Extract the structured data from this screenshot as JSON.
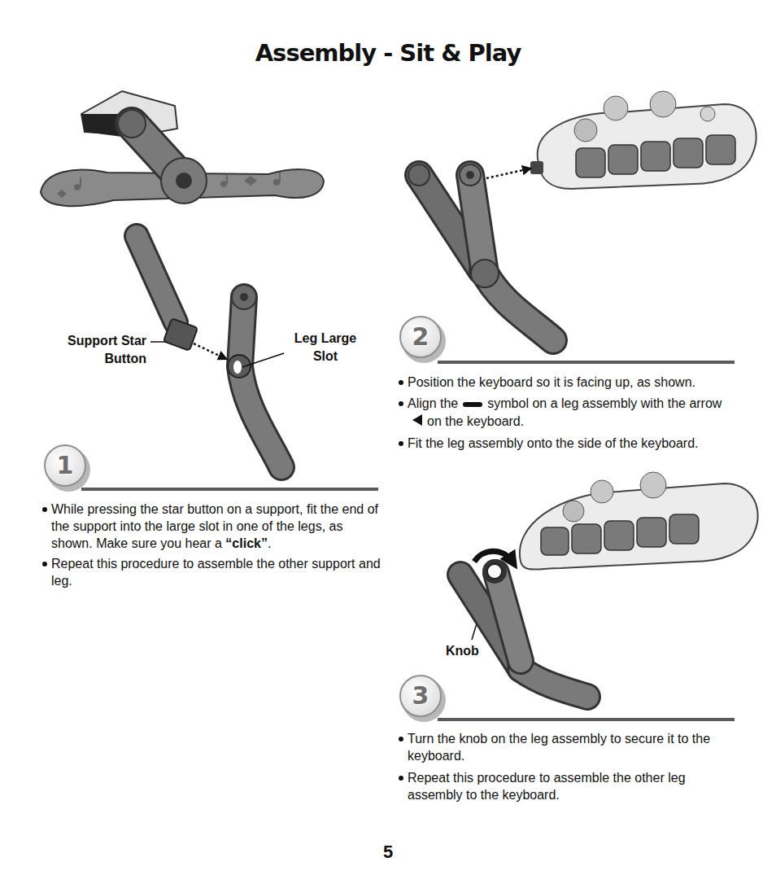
{
  "diagram": {
    "title": "Assembly - Sit & Play",
    "nodes": [
      {
        "text": [
          "1"
        ]
      },
      {
        "text": [
          "2"
        ]
      },
      {
        "text": [
          "3"
        ]
      }
    ],
    "labels": [
      "Support Star Button",
      "Leg Large Slot",
      "While pressing the star button on a support, fit the end of the support into the large slot in one of the legs, as shown. Make sure you hear a",
      "“click”",
      ".",
      "Repeat this procedure to assemble the other support and leg.",
      "Position the keyboard so it is facing up, as shown.",
      "Align the",
      "symbol on a leg assembly with the arrow",
      "on the keyboard.",
      "Fit the leg assembly onto the side of the keyboard.",
      "Knob",
      "Turn the knob on the leg assembly to secure it to the keyboard.",
      "Repeat this procedure to assemble the other leg assembly to the keyboard.",
      "5"
    ]
  }
}
